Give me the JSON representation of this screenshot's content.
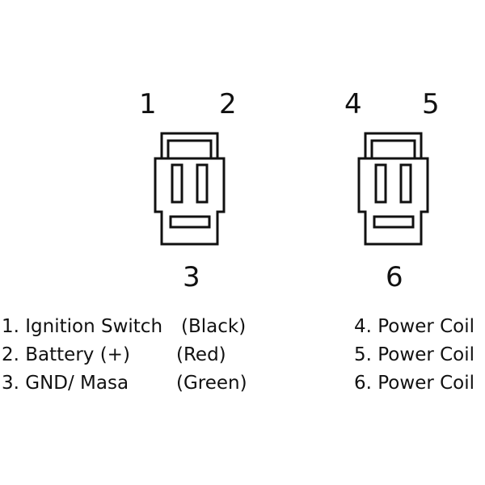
{
  "connector_left": {
    "pins": [
      "1",
      "2",
      "3"
    ]
  },
  "connector_right": {
    "pins": [
      "4",
      "5",
      "6"
    ]
  },
  "legend_left": [
    {
      "label": "1. Ignition Switch",
      "color": "(Black)"
    },
    {
      "label": "2. Battery (+)",
      "color": "(Red)"
    },
    {
      "label": "3. GND/ Masa",
      "color": "(Green)"
    }
  ],
  "legend_right": [
    {
      "label": "4. Power Coil"
    },
    {
      "label": "5. Power Coil"
    },
    {
      "label": "6. Power Coil"
    }
  ],
  "colors": {
    "line": "#111111",
    "background": "#ffffff"
  }
}
